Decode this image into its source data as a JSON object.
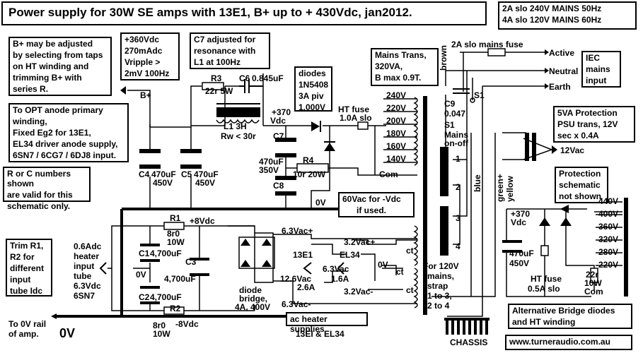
{
  "title": "Power supply for 30W SE amps with 13E1, B+ up to + 430Vdc, jan2012.",
  "mains_info": [
    "2A slo  240V MAINS 50Hz",
    "4A slo  120V MAINS 60Hz"
  ],
  "notes": {
    "bplus_adjust": [
      "B+ may be adjusted",
      "by selecting from taps",
      "on HT winding and",
      "trimming B+ with",
      "series R."
    ],
    "vripple": [
      "+360Vdc",
      "270mAdc",
      "Vripple >",
      "2mV 100Hz"
    ],
    "c7_adjust": [
      "C7 adjusted for",
      "resonance with",
      "L1 at 100Hz"
    ],
    "diodes": [
      "diodes",
      "1N5408",
      "3A piv",
      "1,000V"
    ],
    "mains_trans": [
      "Mains Trans,",
      "320VA,",
      "B max 0.9T."
    ],
    "opt": [
      "To OPT anode primary",
      "winding,",
      "Fixed Eg2 for 13E1,",
      "EL34 driver anode supply,",
      "6SN7 / 6CG7 / 6DJ8 input."
    ],
    "r_or_c": [
      "R or C numbers shown",
      "are valid  for this",
      "schematic only."
    ],
    "neg_vdc": [
      "60Vac  for -Vdc",
      "if used."
    ],
    "iec": [
      "IEC",
      "mains",
      "input"
    ],
    "protection_5va": [
      "5VA Protection",
      "PSU trans, 12V",
      "sec x 0.4A"
    ],
    "protection_not_shown": [
      "Protection",
      "schematic",
      "not shown"
    ],
    "trim": [
      "Trim R1,",
      "R2 for",
      "different",
      "input",
      "tube Idc"
    ],
    "ac_heater": [
      "ac heater supplies"
    ],
    "alt_bridge": [
      "Alternative Bridge diodes",
      "and HT winding"
    ],
    "website": [
      "www.turneraudio.com.au"
    ]
  },
  "labels": {
    "bplus": "B+",
    "r3": "R3",
    "r3_val": "22r 5W",
    "c6": "C6",
    "c6_val": "0.845uF",
    "l1": "L1 3H",
    "l1_rw": "Rw < 30r",
    "plus370": "+370",
    "vdc": "Vdc",
    "c7": "C7",
    "c7_val": "470uF",
    "c7_v": "350V",
    "r4": "R4",
    "r4_val": "10r 20W",
    "c8": "C8",
    "zero_v_top": "0V",
    "c4": "C4",
    "c4_val": "470uF",
    "c4_v": "450V",
    "c5": "C5",
    "c5_val": "470uF",
    "c5_v": "450V",
    "ht_fuse": "HT fuse",
    "ht_fuse_val": "1.0A slo",
    "com": "Com",
    "taps": [
      "240V",
      "220V",
      "200V",
      "180V",
      "160V",
      "140V"
    ],
    "mains_fuse": "2A slo  mains fuse",
    "active": "Active",
    "neutral": "Neutral",
    "earth": "Earth",
    "brown": "brown",
    "blue": "blue",
    "green_yellow": "green+ yellow",
    "c9": "C9",
    "c9_val": "0.047",
    "s1": "S1",
    "s1_b": "S1",
    "mains_onoff": "Mains",
    "mains_onoff2": "on-off",
    "pin1": "1",
    "pin2": "2",
    "pin3": "3",
    "pin4": "4",
    "v12ac": "12Vac",
    "r1": "R1",
    "r1_val": "8r0",
    "r1_w": "10W",
    "plus8": "+8Vdc",
    "c1": "C1",
    "c1_val": "4,700uF",
    "c2": "C2",
    "c2_val": "4,700uF",
    "c3": "C3",
    "c3_val": "4,700uF",
    "zero_v_mid": "0V",
    "r2": "R2",
    "r2_val": "8r0",
    "r2_w": "10W",
    "minus8": "-8Vdc",
    "heater_tube": [
      "0.6Adc",
      "heater",
      "input",
      "tube",
      "6.3Vdc",
      "6SN7"
    ],
    "diode_bridge": [
      "diode",
      "bridge,",
      "4A, 400V"
    ],
    "v63_plus": "6.3Vac+",
    "v63_minus": "6.3Vac-",
    "v32_plus": "3.2Vac+",
    "v32_minus": "3.2Vac-",
    "el34": "EL34",
    "v63ac": "6.3Vac",
    "a16": "1.6A",
    "e13": "13E1",
    "v126": "12.6Vac",
    "a26": "2.6A",
    "zero_v_ct": "0V",
    "ct1": "ct",
    "ct2": "ct",
    "ct3": "ct",
    "e13_el34": "13EI & EL34",
    "for120": [
      "For 120V",
      "mains,",
      "strap",
      "1 to 3,",
      "2 to 4"
    ],
    "chassis": "CHASSIS",
    "to_0v": [
      "To 0V rail",
      "of amp."
    ],
    "zero_v_rail": "0V",
    "alt_370": "+370",
    "alt_vdc": "Vdc",
    "alt_c": "470uF",
    "alt_cv": "450V",
    "alt_fuse": "HT fuse",
    "alt_fuse_val": "0.5A slo",
    "alt_r": "22r",
    "alt_rw": "10W",
    "alt_com": "Com",
    "alt_taps": [
      "440V",
      "400V",
      "360V",
      "320V",
      "280V",
      "220V"
    ]
  }
}
